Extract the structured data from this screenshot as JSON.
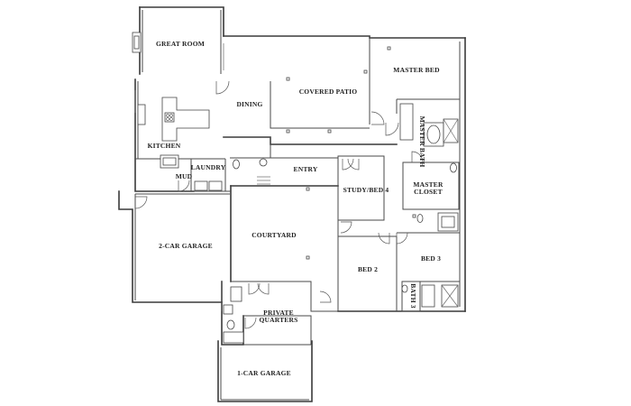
{
  "rooms": {
    "great_room": "GREAT ROOM",
    "dining": "DINING",
    "covered_patio": "COVERED PATIO",
    "master_bed": "MASTER BED",
    "master_bath": "MASTER BATH",
    "kitchen": "KITCHEN",
    "laundry": "LAUNDRY",
    "mud": "MUD",
    "entry": "ENTRY",
    "study_bed4": "STUDY/BED 4",
    "master_closet_line1": "MASTER",
    "master_closet_line2": "CLOSET",
    "two_car_garage": "2-CAR GARAGE",
    "courtyard": "COURTYARD",
    "bed2": "BED 2",
    "bed3": "BED 3",
    "bath3": "BATH 3",
    "private_quarters_line1": "PRIVATE",
    "private_quarters_line2": "QUARTERS",
    "one_car_garage": "1-CAR GARAGE"
  }
}
